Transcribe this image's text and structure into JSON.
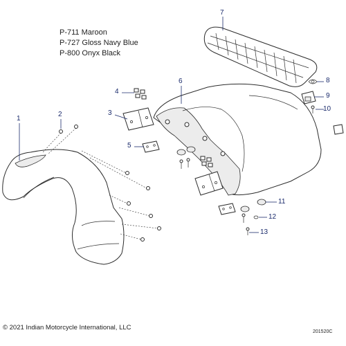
{
  "color_options": [
    "P-711 Maroon",
    "P-727 Gloss Navy Blue",
    "P-800 Onyx Black"
  ],
  "callouts": [
    "1",
    "2",
    "3",
    "4",
    "5",
    "6",
    "7",
    "8",
    "9",
    "10",
    "11",
    "12",
    "13"
  ],
  "copyright": "© 2021 Indian Motorcycle International, LLC",
  "diagram_code": "201520C",
  "colors": {
    "callout": "#1a2a6b",
    "line": "#2b2b2b"
  }
}
